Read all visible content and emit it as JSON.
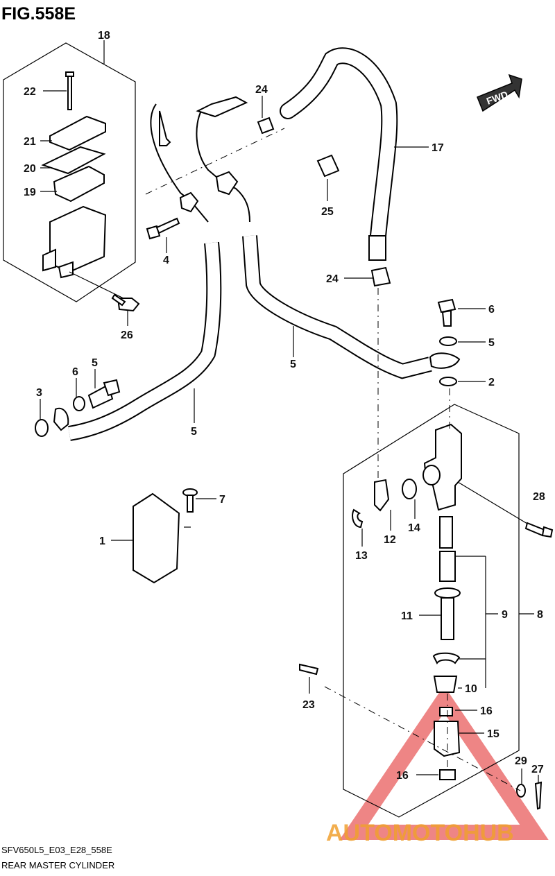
{
  "header": {
    "figure_title": "FIG.558E"
  },
  "fwd_badge": {
    "text": "FWD"
  },
  "callouts": [
    "18",
    "22",
    "21",
    "20",
    "19",
    "26",
    "24",
    "17",
    "25",
    "24",
    "4",
    "6",
    "5",
    "5",
    "2",
    "5",
    "6",
    "5",
    "3",
    "7",
    "1",
    "28",
    "14",
    "12",
    "13",
    "11",
    "9",
    "8",
    "10",
    "23",
    "16",
    "15",
    "16",
    "29",
    "27"
  ],
  "footer": {
    "model_code": "SFV650L5_E03_E28_558E",
    "caption": "REAR MASTER CYLINDER"
  },
  "watermark": {
    "brand_text": "AUTOMOTOHUB",
    "colors": {
      "triangle": "#e85c5c",
      "auto": "#f0a030",
      "moto": "#e85c5c",
      "hub": "#666666"
    }
  }
}
